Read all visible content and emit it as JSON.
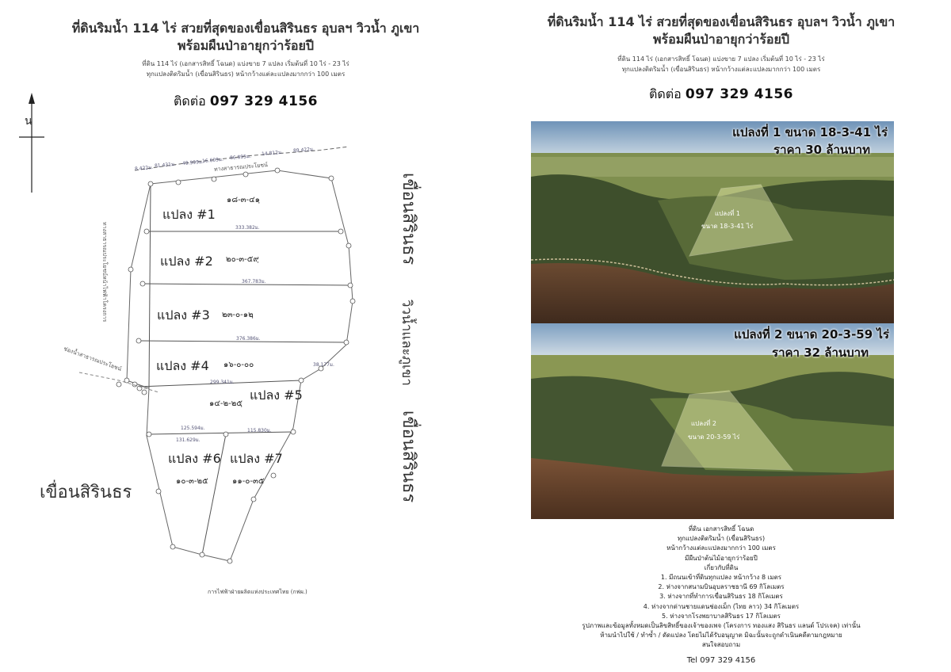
{
  "left": {
    "title_line1": "ที่ดินริมน้ำ 114 ไร่ สวยที่สุดของเขื่อนสิรินธร อุบลฯ วิวน้ำ ภูเขา",
    "title_line2": "พร้อมผืนป่าอายุกว่าร้อยปี",
    "sub_line1": "ที่ดิน 114 ไร่ (เอกสารสิทธิ์ โฉนด) แบ่งขาย 7 แปลง เริ่มต้นที่ 10 ไร่ - 23 ไร่",
    "sub_line2": "ทุกแปลงติดริมน้ำ (เขื่อนสิรินธร) หน้ากว้างแต่ละแปลงมากกว่า 100 เมตร",
    "contact_label": "ติดต่อ",
    "contact_phone": "097 329 4156",
    "north_label": "น",
    "dam_left": "เขื่อนสิรินธร",
    "dam_right_top": "เขื่อนสิรินธร",
    "dam_right_mid": "วิวน้ำและภูเขา",
    "dam_right_bottom": "เขื่อนสิรินธร",
    "footer": "การไฟฟ้าฝ่ายผลิตแห่งประเทศไทย (กฟผ.)",
    "road_label": "ทางสาธารณประโยชน์",
    "side_road_label": "ทางสาธารณประโยชน์หน้าไฟฟ้าโครงการ",
    "junction_label": "ช่องน้ำสาธารณประโยชน์",
    "plots": [
      {
        "label": "แปลง #1",
        "area": "๑๘-๓-๔๑ฺ"
      },
      {
        "label": "แปลง #2",
        "area": "๒๐-๓-๕๙ฺ"
      },
      {
        "label": "แปลง #3",
        "area": "๒๓-๐-๑๒ฺ"
      },
      {
        "label": "แปลง #4",
        "area": "๑๖-๐-๐๐"
      },
      {
        "label": "แปลง #5",
        "area": "๑๔-๒-๒๕ฺ"
      },
      {
        "label": "แปลง #6",
        "area": "๑๐-๓-๒๕"
      },
      {
        "label": "แปลง #7",
        "area": "๑๑-๐-๓๕"
      }
    ],
    "measurements": [
      "333.382ม.",
      "367.783ม.",
      "376.386ม.",
      "299.341ม.",
      "125.594ม.",
      "131.629ม.",
      "115.830ม.",
      "38.177ม.",
      "8.422ม.",
      "81.431ม.",
      "49.999ม.",
      "16.609ม.",
      "86.895ม.",
      "14.812ม.",
      "89.422ม."
    ]
  },
  "right": {
    "title_line1": "ที่ดินริมน้ำ 114 ไร่ สวยที่สุดของเขื่อนสิรินธร อุบลฯ วิวน้ำ ภูเขา",
    "title_line2": "พร้อมผืนป่าอายุกว่าร้อยปี",
    "sub_line1": "ที่ดิน 114 ไร่ (เอกสารสิทธิ์ โฉนด) แบ่งขาย 7 แปลง เริ่มต้นที่ 10 ไร่ - 23 ไร่",
    "sub_line2": "ทุกแปลงติดริมน้ำ (เขื่อนสิรินธร) หน้ากว้างแต่ละแปลงมากกว่า 100 เมตร",
    "contact_label": "ติดต่อ",
    "contact_phone": "097 329 4156",
    "photo1": {
      "title": "แปลงที่ 1 ขนาด 18-3-41 ไร่",
      "price": "ราคา 30 ล้านบาท",
      "overlay_name": "แปลงที่ 1",
      "overlay_size": "ขนาด 18-3-41 ไร่"
    },
    "photo2": {
      "title": "แปลงที่ 2 ขนาด 20-3-59 ไร่",
      "price": "ราคา 32 ล้านบาท",
      "overlay_name": "แปลงที่ 2",
      "overlay_size": "ขนาด 20-3-59 ไร่"
    },
    "notes": [
      "ที่ดิน เอกสารสิทธิ์ โฉนด",
      "ทุกแปลงติดริมน้ำ (เขื่อนสิรินธร)",
      "หน้ากว้างแต่ละแปลงมากกว่า 100 เมตร",
      "มีผืนป่าต้นไม้อายุกว่าร้อยปี",
      "เกี่ยวกับที่ดิน",
      "1. มีถนนเข้าที่ดินทุกแปลง หน้ากว้าง 8 เมตร",
      "2. ห่างจากสนามบินอุบลราชธานี 69 กิโลเมตร",
      "3. ห่างจากที่ทำการเขื่อนสิรินธร 18 กิโลเมตร",
      "4. ห่างจากด่านชายแดนช่องเม็ก (ไทย ลาว) 34 กิโลเมตร",
      "5. ห่างจากโรงพยาบาลสิรินธร 17 กิโลเมตร",
      "รูปภาพและข้อมูลทั้งหมดเป็นลิขสิทธิ์ของเจ้าของเพจ (โครงการ ทองแสง สิรินธร แลนด์ โปรเจค) เท่านั้น",
      "ห้ามนำไปใช้ / ทำซ้ำ / ดัดแปลง โดยไม่ได้รับอนุญาต มิฉะนั้นจะถูกดำเนินคดีตามกฎหมาย",
      "สนใจสอบถาม"
    ],
    "tel": "Tel 097 329 4156"
  },
  "colors": {
    "sky": "#8fb3d1",
    "water": "#5a3e2c",
    "forest": "#3c4f2a",
    "field": "#8d9a55",
    "overlay": "#e8f0a0"
  }
}
